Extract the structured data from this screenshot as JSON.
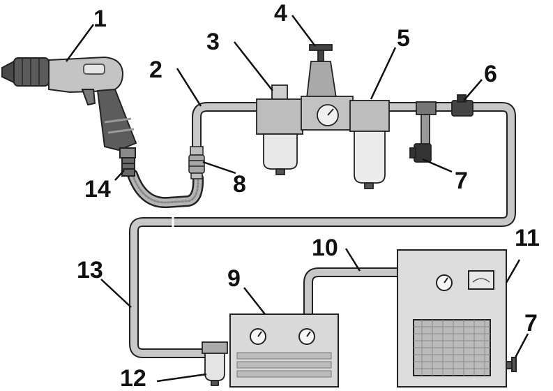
{
  "diagram": {
    "labels": [
      {
        "id": "n1",
        "text": "1"
      },
      {
        "id": "n2",
        "text": "2"
      },
      {
        "id": "n3",
        "text": "3"
      },
      {
        "id": "n4",
        "text": "4"
      },
      {
        "id": "n5",
        "text": "5"
      },
      {
        "id": "n6",
        "text": "6"
      },
      {
        "id": "n7a",
        "text": "7"
      },
      {
        "id": "n8",
        "text": "8"
      },
      {
        "id": "n9",
        "text": "9"
      },
      {
        "id": "n10",
        "text": "10"
      },
      {
        "id": "n11",
        "text": "11"
      },
      {
        "id": "n12",
        "text": "12"
      },
      {
        "id": "n13",
        "text": "13"
      },
      {
        "id": "n14",
        "text": "14"
      },
      {
        "id": "n7b",
        "text": "7"
      }
    ]
  },
  "colors": {
    "pipe": "#c8c8c8",
    "pipe_outline": "#222222",
    "equipment": "#d9d9d9",
    "equipment_dark": "#8c8c8c",
    "leader": "#111111"
  }
}
